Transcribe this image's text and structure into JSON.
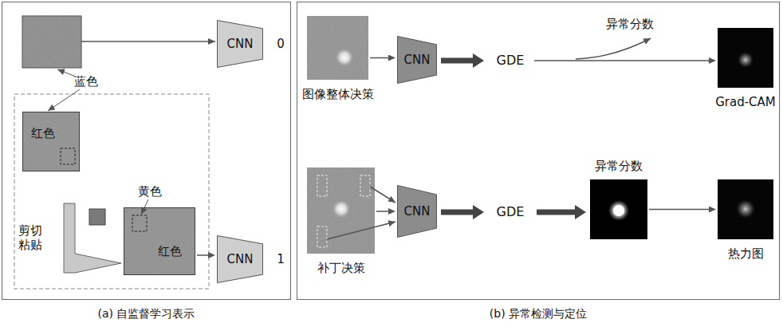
{
  "diagram": {
    "nodes": [
      {
        "text": [
          "(a) 自监督学习表示"
        ]
      },
      {
        "text": [
          "CNN"
        ],
        "in": 0
      },
      {
        "text": [
          "红色"
        ],
        "in": 0
      },
      {
        "text": [
          "红色"
        ],
        "in": 0
      },
      {
        "text": [
          "CNN"
        ],
        "in": 0
      },
      {
        "text": [
          "(b) 异常检测与定位"
        ]
      },
      {
        "text": [
          "图像整体决策"
        ],
        "in": 5
      },
      {
        "text": [
          "CNN"
        ],
        "in": 5
      },
      {
        "text": [
          "GDE"
        ],
        "in": 5
      },
      {
        "text": [
          "Grad-CAM"
        ],
        "in": 5
      },
      {
        "text": [
          "补丁决策"
        ],
        "in": 5
      },
      {
        "text": [
          "CNN"
        ],
        "in": 5
      },
      {
        "text": [
          "GDE"
        ],
        "in": 5
      },
      {
        "text": [
          "异常分数"
        ],
        "in": 5
      },
      {
        "text": [
          "热力图"
        ],
        "in": 5
      }
    ],
    "edges": [
      {
        "from": 3,
        "to": 4,
        "arrow": "to"
      },
      {
        "from": 6,
        "to": 7,
        "arrow": "to"
      },
      {
        "from": 7,
        "to": 8,
        "arrow": "to"
      },
      {
        "from": 8,
        "to": 9,
        "arrow": "to"
      },
      {
        "from": 10,
        "to": 11,
        "arrow": "to"
      },
      {
        "from": 11,
        "to": 12,
        "arrow": "to"
      },
      {
        "from": 12,
        "to": 13,
        "arrow": "to"
      },
      {
        "from": 13,
        "to": 14,
        "arrow": "to"
      }
    ],
    "labels": [
      "0",
      "蓝色",
      "黄色",
      "剪切 粘贴",
      "1",
      "异常分数"
    ]
  }
}
